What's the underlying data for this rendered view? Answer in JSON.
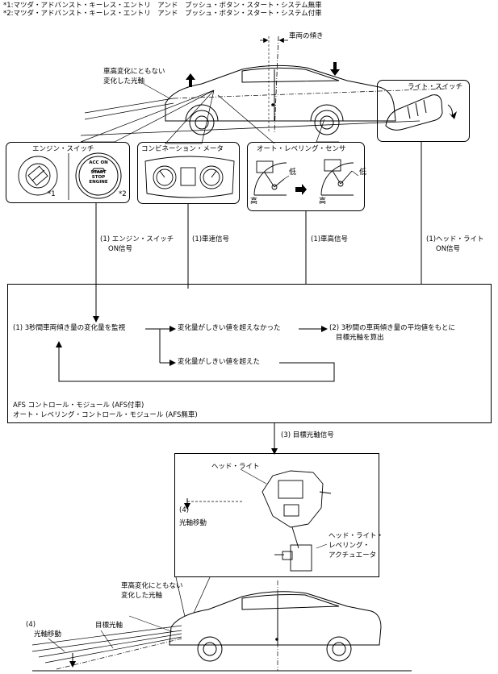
{
  "notes": {
    "n1": "*1:マツダ・アドバンスト・キーレス・エントリ　アンド　プッシュ・ボタン・スタート・システム無車",
    "n2": "*2:マツダ・アドバンスト・キーレス・エントリ　アンド　プッシュ・ボタン・スタート・システム付車"
  },
  "car_top": {
    "tilt_label": "車両の傾き",
    "axis_label_l1": "車高変化にともない",
    "axis_label_l2": "変化した光軸"
  },
  "light_switch": {
    "title": "ライト・スイッチ"
  },
  "engine_switch": {
    "title": "エンジン・スイッチ",
    "mark1": "*1",
    "mark2": "*2",
    "button_text": [
      "ACC",
      "ON",
      "START",
      "STOP",
      "ENGINE"
    ]
  },
  "meter": {
    "title": "コンビネーション・メータ"
  },
  "sensor": {
    "title": "オート・レベリング・センサ",
    "low": "低",
    "high": "高"
  },
  "signals": {
    "engine_l1": "(1) エンジン・スイッチ",
    "engine_l2": "ON信号",
    "speed": "(1)車速信号",
    "height": "(1)車高信号",
    "headlight_l1": "(1)ヘッド・ライト",
    "headlight_l2": "ON信号"
  },
  "module": {
    "step1": "(1) 3秒間車両傾き量の変化量を監視",
    "not_exceed": "変化量がしきい値を超えなかった",
    "step2_l1": "(2) 3秒間の車両傾き量の平均値をもとに",
    "step2_l2": "目標光軸を算出",
    "exceed": "変化量がしきい値を超えた",
    "name_l1": "AFS コントロール・モジュール (AFS付車)",
    "name_l2": "オート・レベリング・コントロール・モジュール (AFS無車)"
  },
  "target_signal": "(3) 目標光軸信号",
  "headlight": {
    "title": "ヘッド・ライト",
    "move_num": "(4)",
    "move_label": "光軸移動",
    "actuator_l1": "ヘッド・ライト・",
    "actuator_l2": "レベリング・",
    "actuator_l3": "アクチュエータ"
  },
  "car_bottom": {
    "axis_label_l1": "車高変化にともない",
    "axis_label_l2": "変化した光軸",
    "target_axis": "目標光軸",
    "move_num": "(4)",
    "move_label": "光軸移動"
  }
}
